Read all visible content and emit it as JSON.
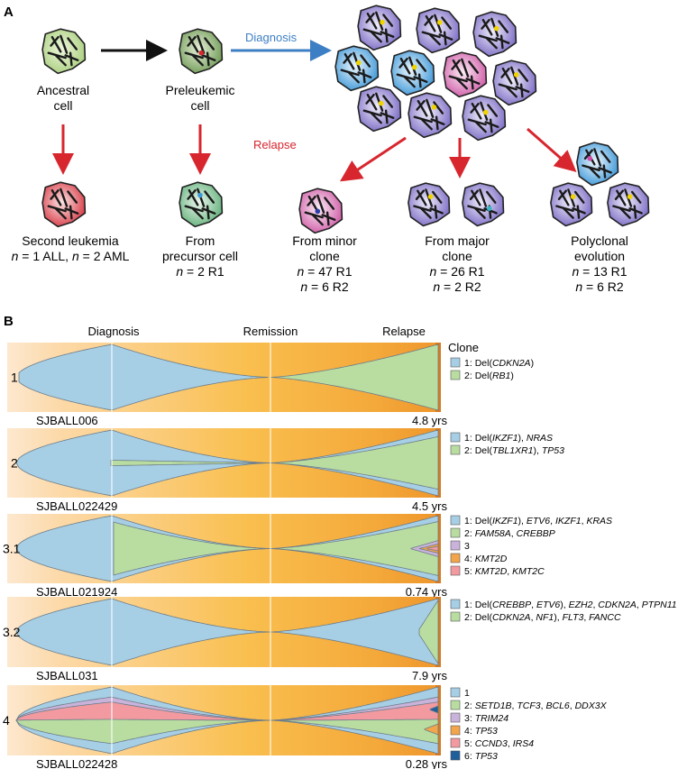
{
  "panelA": {
    "label": "A",
    "diagnosis_label": "Diagnosis",
    "relapse_label": "Relapse",
    "cells": [
      {
        "lines": [
          "Ancestral",
          "cell"
        ]
      },
      {
        "lines": [
          "Preleukemic",
          "cell"
        ]
      }
    ],
    "outcomes": [
      {
        "lines": [
          "Second leukemia",
          "n = 1 ALL, n = 2 AML"
        ]
      },
      {
        "lines": [
          "From",
          "precursor cell",
          "n = 2 R1"
        ]
      },
      {
        "lines": [
          "From minor",
          "clone",
          "n = 47 R1",
          "n = 6 R2"
        ]
      },
      {
        "lines": [
          "From major",
          "clone",
          "n = 26 R1",
          "n = 2 R2"
        ]
      },
      {
        "lines": [
          "Polyclonal",
          "evolution",
          "n = 13 R1",
          "n = 6 R2"
        ]
      }
    ]
  },
  "panelB": {
    "label": "B",
    "timepoints": [
      "Diagnosis",
      "Remission",
      "Relapse"
    ],
    "clone_header": "Clone",
    "colors": {
      "blue": "#a6cfe6",
      "green": "#b9dda0",
      "purple": "#c9b3da",
      "orange": "#f2a54a",
      "pink": "#f29aa0",
      "navy": "#1f5f9c",
      "bg_orange": "#f5b23a"
    },
    "patients": [
      {
        "num": "1",
        "id": "SJBALL006",
        "time": "4.8 yrs",
        "legend": [
          {
            "label": "1: Del(CDKN2A)",
            "color": "#a6cfe6"
          },
          {
            "label": "2: Del(RB1)",
            "color": "#b9dda0"
          }
        ]
      },
      {
        "num": "2",
        "id": "SJBALL022429",
        "time": "4.5 yrs",
        "legend": [
          {
            "label": "1: Del(IKZF1), NRAS",
            "color": "#a6cfe6"
          },
          {
            "label": "2: Del(TBL1XR1), TP53",
            "color": "#b9dda0"
          }
        ]
      },
      {
        "num": "3.1",
        "id": "SJBALL021924",
        "time": "0.74 yrs",
        "legend": [
          {
            "label": "1: Del(IKZF1), ETV6, IKZF1, KRAS",
            "color": "#a6cfe6"
          },
          {
            "label": "2: FAM58A, CREBBP",
            "color": "#b9dda0"
          },
          {
            "label": "3",
            "color": "#c9b3da"
          },
          {
            "label": "4: KMT2D",
            "color": "#f2a54a"
          },
          {
            "label": "5: KMT2D, KMT2C",
            "color": "#f29aa0"
          }
        ]
      },
      {
        "num": "3.2",
        "id": "SJBALL031",
        "time": "7.9 yrs",
        "legend": [
          {
            "label": "1: Del(CREBBP, ETV6), EZH2, CDKN2A, PTPN11",
            "color": "#a6cfe6"
          },
          {
            "label": "2: Del(CDKN2A, NF1), FLT3, FANCC",
            "color": "#b9dda0"
          }
        ]
      },
      {
        "num": "4",
        "id": "SJBALL022428",
        "time": "0.28 yrs",
        "legend": [
          {
            "label": "1",
            "color": "#a6cfe6"
          },
          {
            "label": "2: SETD1B, TCF3, BCL6, DDX3X",
            "color": "#b9dda0"
          },
          {
            "label": "3: TRIM24",
            "color": "#c9b3da"
          },
          {
            "label": "4: TP53",
            "color": "#f2a54a"
          },
          {
            "label": "5: CCND3, IRS4",
            "color": "#f29aa0"
          },
          {
            "label": "6: TP53",
            "color": "#1f5f9c"
          }
        ]
      }
    ]
  }
}
